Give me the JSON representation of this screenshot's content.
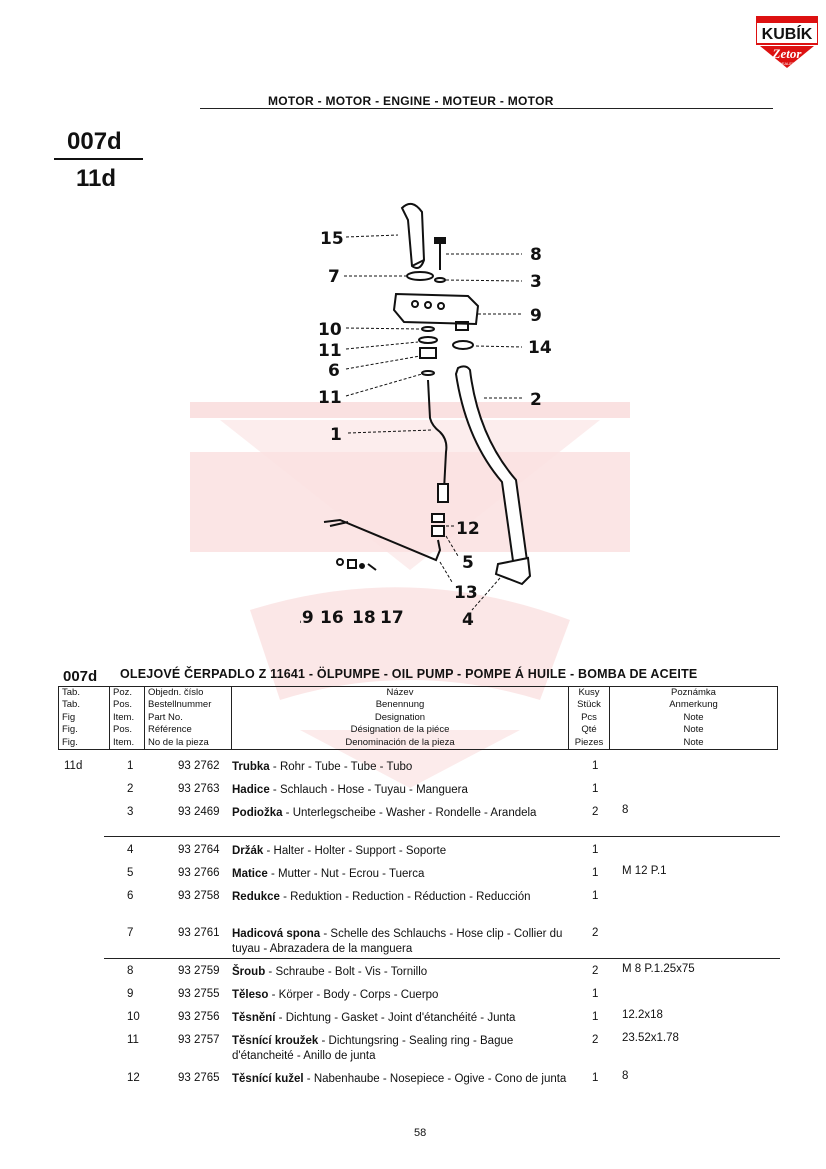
{
  "header": {
    "title": "MOTOR - MOTOR - ENGINE - MOTEUR - MOTOR"
  },
  "figure": {
    "code": "007d",
    "sub": "11d"
  },
  "logo": {
    "brand": "KUBÍK",
    "sub": "Zetor",
    "tag": "DEALER"
  },
  "diagram": {
    "labels": [
      "15",
      "7",
      "8",
      "3",
      "9",
      "10",
      "11",
      "14",
      "6",
      "11",
      "2",
      "1",
      "12",
      "5",
      "13",
      "19",
      "16",
      "18",
      "17",
      "4"
    ]
  },
  "section": {
    "code": "007d",
    "title": "OLEJOVÉ ČERPADLO Z 11641 - ÖLPUMPE - OIL PUMP - POMPE Á HUILE - BOMBA DE ACEITE"
  },
  "legend": {
    "tab": [
      "Tab.",
      "Tab.",
      "Fig",
      "Fig.",
      "Fig."
    ],
    "pos": [
      "Poz.",
      "Pos.",
      "Item.",
      "Pos.",
      "Item."
    ],
    "ref": [
      "Objedn. číslo",
      "Bestellnummer",
      "Part No.",
      "Référence",
      "No de la pieza"
    ],
    "name": [
      "Název",
      "Benennung",
      "Designation",
      "Désignation de la piéce",
      "Denominación de la pieza"
    ],
    "qty": [
      "Kusy",
      "Stück",
      "Pcs",
      "Qté",
      "Piezes"
    ],
    "note": [
      "Poznámka",
      "Anmerkung",
      "Note",
      "Note",
      "Note"
    ]
  },
  "rows": [
    {
      "tab": "11d",
      "pos": "1",
      "ref": "93 2762",
      "name_cz": "Trubka",
      "name_rest": " - Rohr - Tube - Tube - Tubo",
      "qty": "1",
      "note": ""
    },
    {
      "tab": "",
      "pos": "2",
      "ref": "93 2763",
      "name_cz": "Hadice",
      "name_rest": " - Schlauch - Hose - Tuyau - Manguera",
      "qty": "1",
      "note": ""
    },
    {
      "tab": "",
      "pos": "3",
      "ref": "93 2469",
      "name_cz": "Podiožka",
      "name_rest": " - Unterlegscheibe - Washer - Rondelle - Arandela",
      "qty": "2",
      "note": "8"
    },
    {
      "tab": "",
      "pos": "4",
      "ref": "93 2764",
      "name_cz": "Držák",
      "name_rest": " - Halter - Holter - Support - Soporte",
      "qty": "1",
      "note": ""
    },
    {
      "tab": "",
      "pos": "5",
      "ref": "93 2766",
      "name_cz": "Matice",
      "name_rest": " - Mutter - Nut - Ecrou - Tuerca",
      "qty": "1",
      "note": "M 12 P.1"
    },
    {
      "tab": "",
      "pos": "6",
      "ref": "93 2758",
      "name_cz": "Redukce",
      "name_rest": " - Reduktion - Reduction - Réduction - Reducción",
      "qty": "1",
      "note": ""
    },
    {
      "tab": "",
      "pos": "7",
      "ref": "93 2761",
      "name_cz": "Hadicová spona",
      "name_rest": " - Schelle des Schlauchs - Hose clip - Collier du tuyau - Abrazadera de la manguera",
      "qty": "2",
      "note": ""
    },
    {
      "tab": "",
      "pos": "8",
      "ref": "93 2759",
      "name_cz": "Šroub",
      "name_rest": " - Schraube - Bolt - Vis - Tornillo",
      "qty": "2",
      "note": "M 8 P.1.25x75"
    },
    {
      "tab": "",
      "pos": "9",
      "ref": "93 2755",
      "name_cz": "Těleso",
      "name_rest": " - Körper - Body - Corps - Cuerpo",
      "qty": "1",
      "note": ""
    },
    {
      "tab": "",
      "pos": "10",
      "ref": "93 2756",
      "name_cz": "Těsnění",
      "name_rest": " - Dichtung - Gasket - Joint d'étanchéité - Junta",
      "qty": "1",
      "note": "12.2x18"
    },
    {
      "tab": "",
      "pos": "11",
      "ref": "93 2757",
      "name_cz": "Těsnící kroužek",
      "name_rest": " - Dichtungsring - Sealing ring - Bague d'étancheité - Anillo de junta",
      "qty": "2",
      "note": "23.52x1.78"
    },
    {
      "tab": "",
      "pos": "12",
      "ref": "93 2765",
      "name_cz": "Těsnící kužel",
      "name_rest": " - Nabenhaube - Nosepiece - Ogive - Cono de junta",
      "qty": "1",
      "note": "8"
    }
  ],
  "page_number": "58"
}
